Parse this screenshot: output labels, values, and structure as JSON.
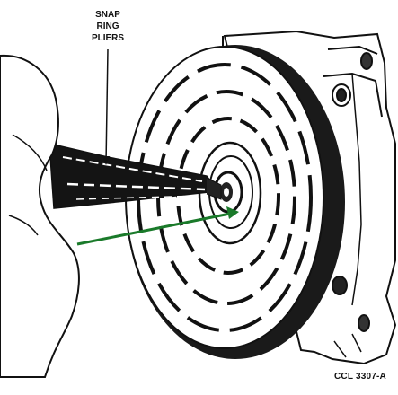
{
  "diagram": {
    "callout_lines": [
      "SNAP",
      "RING",
      "PLIERS"
    ],
    "figure_id": "CCL 3307-A"
  },
  "colors": {
    "ink": "#111111",
    "pointer_arrow": "#1a7a2a",
    "background": "#ffffff"
  }
}
